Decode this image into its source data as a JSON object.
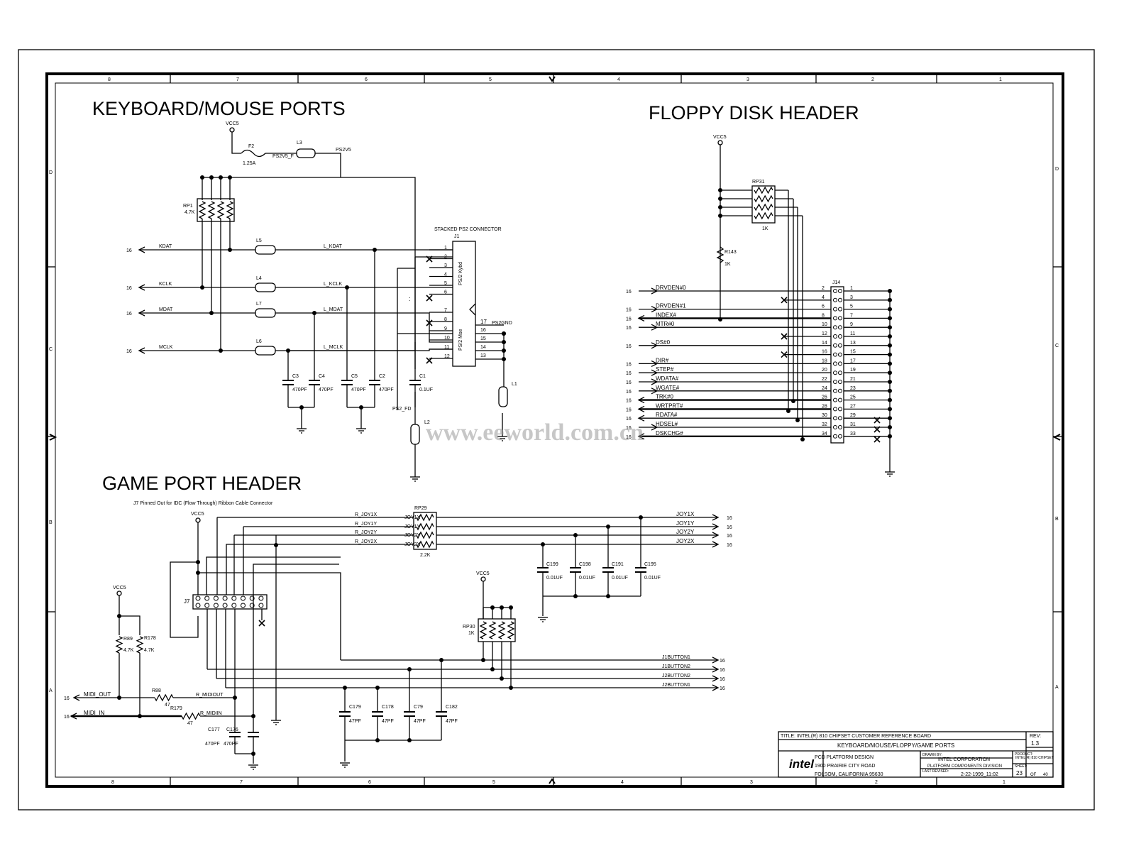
{
  "titles": {
    "keyboard_mouse": "KEYBOARD/MOUSE PORTS",
    "floppy": "FLOPPY DISK HEADER",
    "game_port": "GAME PORT HEADER",
    "game_port_note": "J7 Pinned Out for IDC (Flow Through) Ribbon Cable Connector"
  },
  "border": {
    "top_zones": [
      "8",
      "7",
      "6",
      "5",
      "4",
      "3",
      "2",
      "1"
    ],
    "bottom_zones": [
      "8",
      "7",
      "6",
      "5",
      "4",
      "3",
      "2",
      "1"
    ],
    "side_zones": [
      "D",
      "C",
      "B",
      "A"
    ]
  },
  "kb": {
    "vcc": "VCC5",
    "fuse": "F2",
    "fuse_value": "1.25A",
    "fuse_net": "PS2V5_F",
    "ferrite_top": "L3",
    "net_ps2v5": "PS2V5",
    "rp1": "RP1",
    "rp1_value": "4.7K",
    "connector_title": "STACKED PS2 CONNECTOR",
    "connector": "J1",
    "kybd_label": "PS/2 Kybd",
    "mse_label": "PS/2 Mse",
    "signals": [
      "KDAT",
      "KCLK",
      "MDAT",
      "MCLK"
    ],
    "ferrites": [
      "L5",
      "L4",
      "L7",
      "L6"
    ],
    "filtered_nets": [
      "L_KDAT",
      "L_KCLK",
      "L_MDAT",
      "L_MCLK"
    ],
    "sheet_ref": "16",
    "caps": [
      {
        "name": "C3",
        "value": "470PF"
      },
      {
        "name": "C4",
        "value": "470PF"
      },
      {
        "name": "C5",
        "value": "470PF"
      },
      {
        "name": "C2",
        "value": "470PF"
      },
      {
        "name": "C1",
        "value": "0.1UF"
      }
    ],
    "pin_numbers": [
      "1",
      "2",
      "3",
      "4",
      "5",
      "6",
      "7",
      "8",
      "9",
      "10",
      "11",
      "12"
    ],
    "ground_pins": [
      "17",
      "16",
      "15",
      "14",
      "13"
    ],
    "ps2gnd": "PS2GND",
    "ferrite_l1": "L1",
    "ferrite_l2": "L2",
    "ps2_fd": "PS2_FD"
  },
  "floppy": {
    "vcc": "VCC5",
    "rp31": "RP31",
    "rp31_value": "1K",
    "r143": "R143",
    "r143_value": "1K",
    "header": "J14",
    "sheet_ref": "16",
    "signals": [
      "DRVDEN#0",
      "DRVDEN#1",
      "INDEX#",
      "MTR#0",
      "DS#0",
      "DIR#",
      "STEP#",
      "WDATA#",
      "WGATE#",
      "TRK#0",
      "WRTPRT#",
      "RDATA#",
      "HDSEL#",
      "DSKCHG#"
    ],
    "even_pins": [
      "2",
      "4",
      "6",
      "8",
      "10",
      "12",
      "14",
      "16",
      "18",
      "20",
      "22",
      "24",
      "26",
      "28",
      "30",
      "32",
      "34"
    ],
    "odd_pins": [
      "1",
      "3",
      "5",
      "7",
      "9",
      "11",
      "13",
      "15",
      "17",
      "19",
      "21",
      "23",
      "25",
      "27",
      "29",
      "31",
      "33"
    ]
  },
  "game": {
    "vcc": "VCC5",
    "rp29": "RP29",
    "rp29_value": "2.2K",
    "rp30": "RP30",
    "rp30_value": "1K",
    "header": "J7",
    "r_nets": [
      "R_JOY1X",
      "R_JOY1Y",
      "R_JOY2Y",
      "R_JOY2X"
    ],
    "joy_nets": [
      "JOY1X",
      "JOY1Y",
      "JOY2Y",
      "JOY2X"
    ],
    "joy_caps": [
      {
        "name": "C199",
        "value": "0.01UF"
      },
      {
        "name": "C198",
        "value": "0.01UF"
      },
      {
        "name": "C191",
        "value": "0.01UF"
      },
      {
        "name": "C195",
        "value": "0.01UF"
      }
    ],
    "buttons": [
      "J1BUTTON1",
      "J1BUTTON2",
      "J2BUTTON2",
      "J2BUTTON1"
    ],
    "button_caps": [
      {
        "name": "C179",
        "value": "47PF"
      },
      {
        "name": "C178",
        "value": "47PF"
      },
      {
        "name": "C79",
        "value": "47PF"
      },
      {
        "name": "C182",
        "value": "47PF"
      }
    ],
    "r89": "R89",
    "r89_value": "4.7K",
    "r178": "R178",
    "r178_value": "4.7K",
    "r88": "R88",
    "r88_value": "47",
    "r179": "R179",
    "r179_value": "47",
    "midi_out": "MIDI_OUT",
    "midi_in": "MIDI_IN",
    "r_midiout": "R_MIDIOUT",
    "r_midiin": "R_MIDIIN",
    "midi_caps": [
      {
        "name": "C177",
        "value": "470PF"
      },
      {
        "name": "C176",
        "value": "470PF"
      }
    ],
    "sheet_ref": "16"
  },
  "title_block": {
    "title": "TITLE: INTEL(R) 810 CHIPSET CUSTOMER REFERENCE BOARD",
    "subtitle": "KEYBOARD/MOUSE/FLOPPY/GAME PORTS",
    "rev_label": "REV:",
    "rev": "1.3",
    "dept": "PCD PLATFORM DESIGN",
    "address1": "1900 PRAIRIE CITY ROAD",
    "address2": "FOLSOM, CALIFORNIA 95630",
    "drawn_by_label": "DRAWN BY:",
    "company": "INTEL CORPORATION",
    "division": "PLATFORM COMPONENTS DIVISION",
    "last_revised_label": "LAST REVISED:",
    "date": "2-22-1999_11:02",
    "product_label": "PRODUCT:",
    "product": "INTEL(R) 810 CHIPSET",
    "sheet_label": "SHEET:",
    "sheet": "23",
    "of_label": "OF",
    "total": "40",
    "logo": "intel"
  },
  "watermark": "www.eeworld.com.cn"
}
